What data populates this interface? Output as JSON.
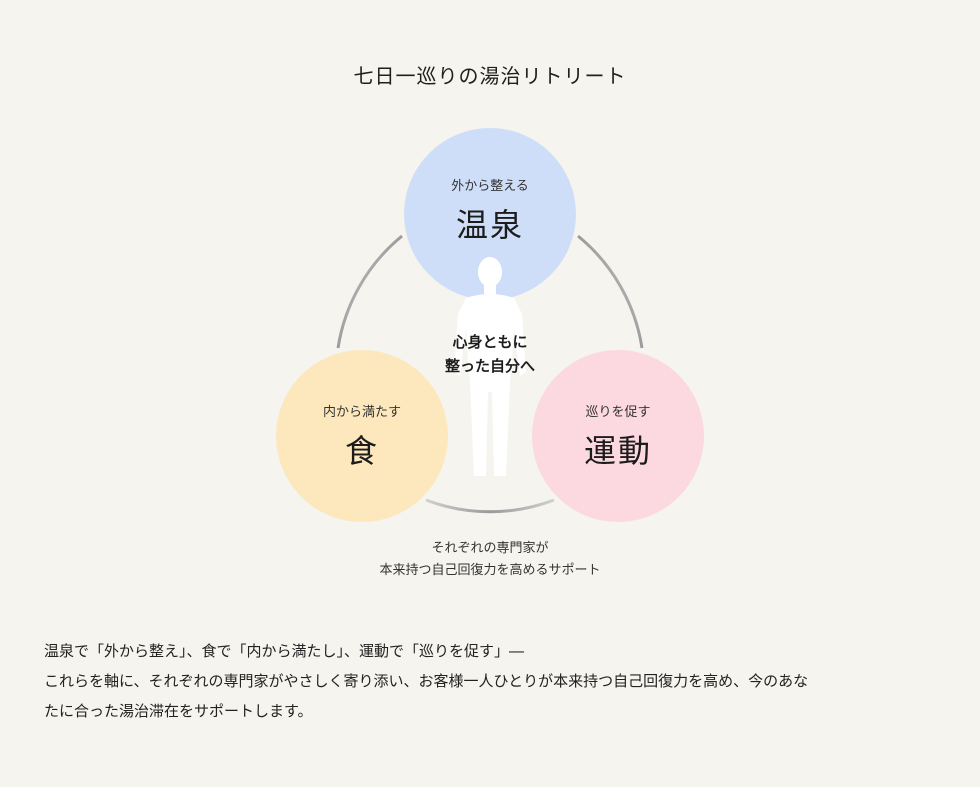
{
  "title": "七日一巡りの湯治リトリート",
  "circles": {
    "onsen": {
      "sub": "外から整える",
      "main": "温泉",
      "color": "#cfdef8"
    },
    "food": {
      "sub": "内から満たす",
      "main": "食",
      "color": "#fde7bd"
    },
    "move": {
      "sub": "巡りを促す",
      "main": "運動",
      "color": "#fcd8e0"
    }
  },
  "center": {
    "line1": "心身ともに",
    "line2": "整った自分へ"
  },
  "caption": {
    "line1": "それぞれの専門家が",
    "line2": "本来持つ自己回復力を高めるサポート"
  },
  "body": {
    "line1": "温泉で「外から整え」、食で「内から満たし」、運動で「巡りを促す」―",
    "line2": "これらを軸に、それぞれの専門家がやさしく寄り添い、お客様一人ひとりが本来持つ自己回復力を高め、今のあな",
    "line3": "たに合った湯治滞在をサポートします。"
  }
}
